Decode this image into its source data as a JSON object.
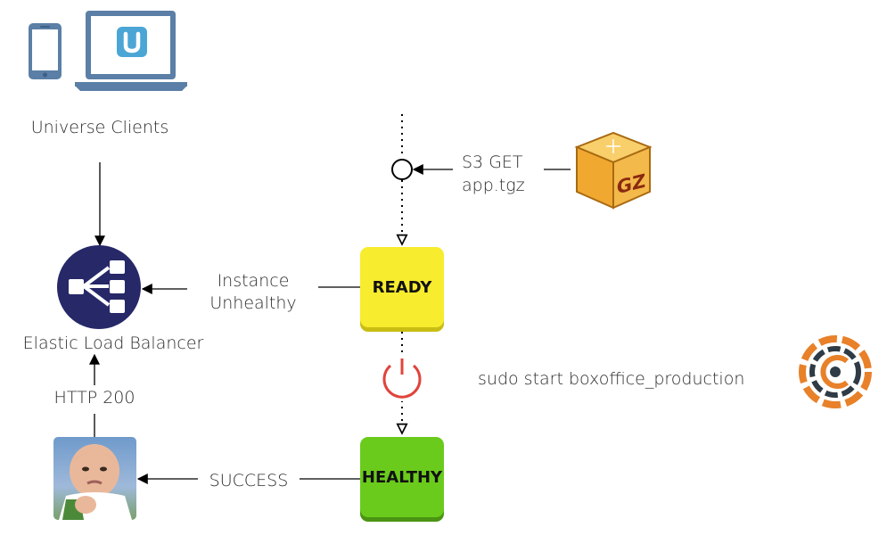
{
  "nodes": {
    "clients": {
      "label": "Universe Clients",
      "icon": "phone-and-laptop-icon",
      "badge_letter": "U"
    },
    "elb": {
      "label": "Elastic Load Balancer",
      "icon": "load-balancer-icon"
    },
    "s3": {
      "line1": "S3 GET",
      "line2": "app.tgz",
      "icon": "gz-package-icon",
      "icon_text": "GZ"
    },
    "ready": {
      "label": "READY"
    },
    "healthy": {
      "label": "HEALTHY"
    },
    "start_cmd": {
      "label": "sudo start boxoffice_production",
      "icon": "power-icon"
    },
    "chef": {
      "icon": "chef-logo-icon"
    },
    "kid": {
      "icon": "success-kid-image"
    }
  },
  "edges": {
    "unhealthy": {
      "line1": "Instance",
      "line2": "Unhealthy"
    },
    "http": {
      "label": "HTTP 200"
    },
    "success": {
      "label": "SUCCESS"
    }
  },
  "colors": {
    "ready": "#f7ec2e",
    "healthy": "#6acb1c",
    "elb": "#262868",
    "device": "#5b7fa6",
    "badge": "#4ba6d6",
    "gz_box": "#f0a830",
    "power": "#e0443c",
    "chef_orange": "#e8812a",
    "chef_dark": "#2f3b45"
  }
}
